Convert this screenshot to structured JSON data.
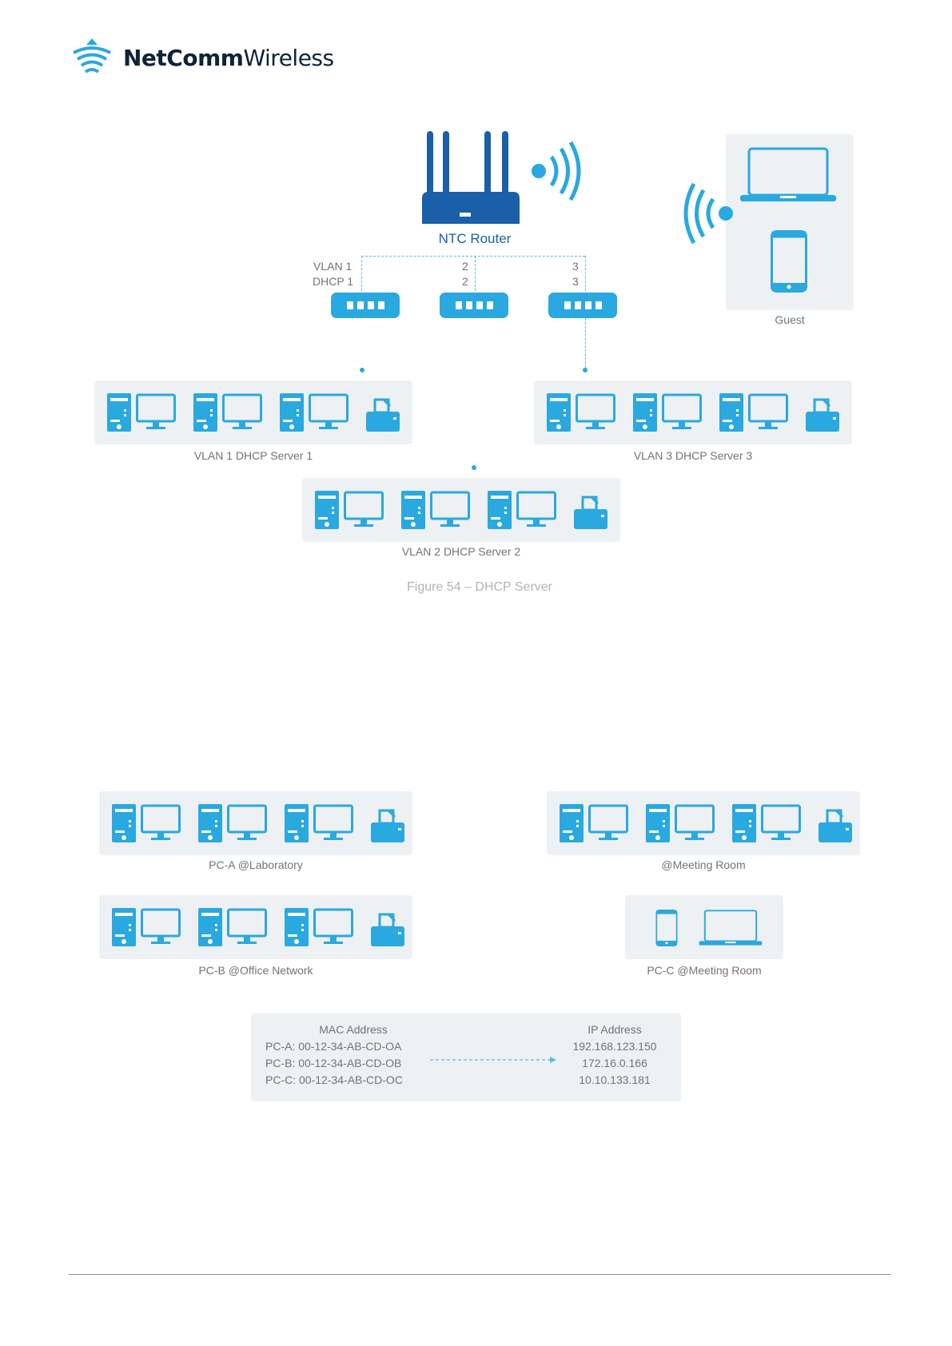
{
  "logo": {
    "brand_bold": "NetComm",
    "brand_light": "Wireless"
  },
  "diagram": {
    "router_label": "NTC Router",
    "vlan_labels": {
      "col1_line1": "VLAN 1",
      "col1_line2": "DHCP 1",
      "col2_line1": "2",
      "col2_line2": "2",
      "col3_line1": "3",
      "col3_line2": "3"
    },
    "guest_label": "Guest",
    "group_captions": [
      "VLAN 1 DHCP Server 1",
      "VLAN 3 DHCP Server 3",
      "VLAN 2 DHCP Server 2"
    ],
    "figure_caption": "Figure 54 – DHCP Server"
  },
  "diagram2": {
    "group_captions": [
      "PC-A @Laboratory",
      "@Meeting Room",
      "PC-B @Office Network",
      "PC-C @Meeting Room"
    ],
    "table": {
      "mac_header": "MAC Address",
      "ip_header": "IP Address",
      "rows": [
        {
          "mac": "PC-A: 00-12-34-AB-CD-OA",
          "ip": "192.168.123.150"
        },
        {
          "mac": "PC-B: 00-12-34-AB-CD-OB",
          "ip": "172.16.0.166"
        },
        {
          "mac": "PC-C: 00-12-34-AB-CD-OC",
          "ip": "10.10.133.181"
        }
      ]
    }
  },
  "colors": {
    "accent": "#2aa8e0",
    "router": "#1a5fa7",
    "panel": "#eef1f4",
    "text": "#6f7479"
  }
}
